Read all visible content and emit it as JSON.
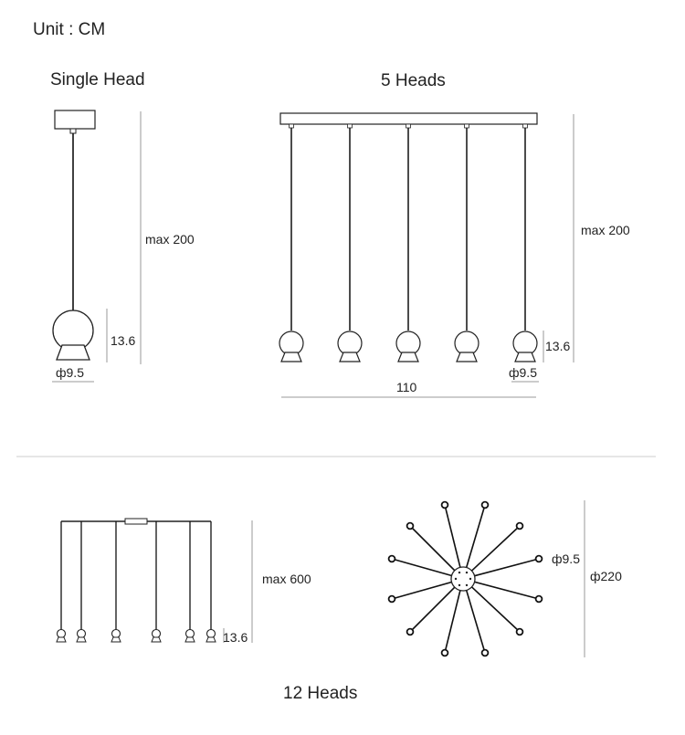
{
  "unit_label": "Unit : CM",
  "single": {
    "title": "Single Head",
    "height_label": "max 200",
    "head_height_label": "13.6",
    "head_diameter_label": "ф9.5"
  },
  "five": {
    "title": "5 Heads",
    "height_label": "max 200",
    "head_height_label": "13.6",
    "head_diameter_label": "ф9.5",
    "width_label": "110"
  },
  "twelve": {
    "title": "12 Heads",
    "height_label": "max 600",
    "head_height_label": "13.6",
    "head_diameter_label": "ф9.5",
    "span_label": "ф220"
  }
}
